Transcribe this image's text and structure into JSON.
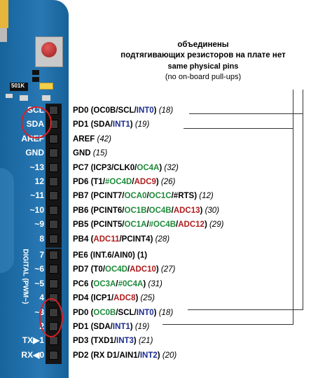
{
  "notes": {
    "line1": "объединены",
    "line2": "подтягивающих резисторов на плате нет",
    "line3": "same physical pins",
    "line4": "(no on-board pull-ups)"
  },
  "board": {
    "color": "#1a6fae",
    "resistor_code": "501K",
    "silk_top": [
      "SCL",
      "SDA",
      "AREF",
      "GND",
      "~13",
      "12",
      "~11",
      "~10",
      "~9",
      "8"
    ],
    "silk_bottom": [
      "7",
      "~6",
      "~5",
      "4",
      "~3",
      "2",
      "TX▶1",
      "RX◀0"
    ],
    "vertical_label": "DIGITAL (PWM~)"
  },
  "colors": {
    "green": "#1f8a3a",
    "red": "#b01c1c",
    "blue": "#1b2d8f",
    "highlight_circle": "#d91f26"
  },
  "pins_top": [
    {
      "parts": [
        {
          "t": "PD0 (OC0B/SCL/"
        },
        {
          "t": "INT0",
          "c": "blue"
        },
        {
          "t": ") "
        },
        {
          "t": "(18)",
          "c": "it"
        }
      ]
    },
    {
      "parts": [
        {
          "t": "PD1 (SDA/"
        },
        {
          "t": "INT1",
          "c": "blue"
        },
        {
          "t": ") "
        },
        {
          "t": "(19)",
          "c": "it"
        }
      ]
    },
    {
      "parts": [
        {
          "t": "AREF "
        },
        {
          "t": "(42)",
          "c": "it"
        }
      ]
    },
    {
      "parts": [
        {
          "t": "GND "
        },
        {
          "t": "(15)",
          "c": "it"
        }
      ]
    },
    {
      "parts": [
        {
          "t": "PC7 (ICP3/CLK0/"
        },
        {
          "t": "OC4A",
          "c": "green"
        },
        {
          "t": ") "
        },
        {
          "t": "(32)",
          "c": "it"
        }
      ]
    },
    {
      "parts": [
        {
          "t": "PD6 (T1/"
        },
        {
          "t": "#OC4D",
          "c": "green"
        },
        {
          "t": "/"
        },
        {
          "t": "ADC9",
          "c": "red"
        },
        {
          "t": ") "
        },
        {
          "t": "(26)",
          "c": "it"
        }
      ]
    },
    {
      "parts": [
        {
          "t": "PB7 (PCINT7/"
        },
        {
          "t": "OCA0",
          "c": "green"
        },
        {
          "t": "/"
        },
        {
          "t": "OC1C",
          "c": "green"
        },
        {
          "t": "/#RTS) "
        },
        {
          "t": "(12)",
          "c": "it"
        }
      ]
    },
    {
      "parts": [
        {
          "t": "PB6 (PCINT6/"
        },
        {
          "t": "OC1B",
          "c": "green"
        },
        {
          "t": "/"
        },
        {
          "t": "OC4B",
          "c": "green"
        },
        {
          "t": "/"
        },
        {
          "t": "ADC13",
          "c": "red"
        },
        {
          "t": ") "
        },
        {
          "t": "(30)",
          "c": "it"
        }
      ]
    },
    {
      "parts": [
        {
          "t": "PB5 (PCINT5/"
        },
        {
          "t": "OC1A",
          "c": "green"
        },
        {
          "t": "/"
        },
        {
          "t": "#OC4B",
          "c": "green"
        },
        {
          "t": "/"
        },
        {
          "t": "ADC12",
          "c": "red"
        },
        {
          "t": ") "
        },
        {
          "t": "(29)",
          "c": "it"
        }
      ]
    },
    {
      "parts": [
        {
          "t": "PB4 ("
        },
        {
          "t": "ADC11",
          "c": "red"
        },
        {
          "t": "/PCINT4) "
        },
        {
          "t": "(28)",
          "c": "it"
        }
      ]
    }
  ],
  "pins_bottom": [
    {
      "parts": [
        {
          "t": "PE6 (INT.6/AIN0) (1)"
        }
      ]
    },
    {
      "parts": [
        {
          "t": "PD7 (T0/"
        },
        {
          "t": "OC4D",
          "c": "green"
        },
        {
          "t": "/"
        },
        {
          "t": "ADC10",
          "c": "red"
        },
        {
          "t": ") "
        },
        {
          "t": "(27)",
          "c": "it"
        }
      ]
    },
    {
      "parts": [
        {
          "t": "PC6 ("
        },
        {
          "t": "OC3A",
          "c": "green"
        },
        {
          "t": "/"
        },
        {
          "t": "#0C4A",
          "c": "green"
        },
        {
          "t": ") "
        },
        {
          "t": "(31)",
          "c": "it"
        }
      ]
    },
    {
      "parts": [
        {
          "t": "PD4 (ICP1/"
        },
        {
          "t": "ADC8",
          "c": "red"
        },
        {
          "t": ") "
        },
        {
          "t": "(25)",
          "c": "it"
        }
      ]
    },
    {
      "parts": [
        {
          "t": "PD0 ("
        },
        {
          "t": "OC0B",
          "c": "green"
        },
        {
          "t": "/SCL/"
        },
        {
          "t": "INT0",
          "c": "blue"
        },
        {
          "t": ") "
        },
        {
          "t": "(18)",
          "c": "it"
        }
      ]
    },
    {
      "parts": [
        {
          "t": "PD1 (SDA/"
        },
        {
          "t": "INT1",
          "c": "blue"
        },
        {
          "t": ") "
        },
        {
          "t": "(19)",
          "c": "it"
        }
      ]
    },
    {
      "parts": [
        {
          "t": "PD3 (TXD1/"
        },
        {
          "t": "INT3",
          "c": "blue"
        },
        {
          "t": ") "
        },
        {
          "t": "(21)",
          "c": "it"
        }
      ]
    },
    {
      "parts": [
        {
          "t": "PD2 (RX D1/AIN1/"
        },
        {
          "t": "INT2",
          "c": "blue"
        },
        {
          "t": ") "
        },
        {
          "t": "(20)",
          "c": "it"
        }
      ]
    }
  ]
}
